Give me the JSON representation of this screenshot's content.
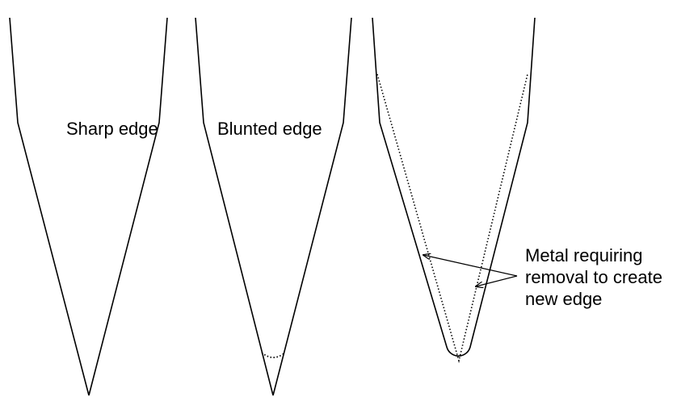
{
  "colors": {
    "background": "#ffffff",
    "outline": "#000000",
    "dotted": "#000000"
  },
  "labels": {
    "sharp": "Sharp edge",
    "blunted": "Blunted edge",
    "annotation": [
      "Metal requiring",
      "removal to create",
      "new edge"
    ]
  }
}
